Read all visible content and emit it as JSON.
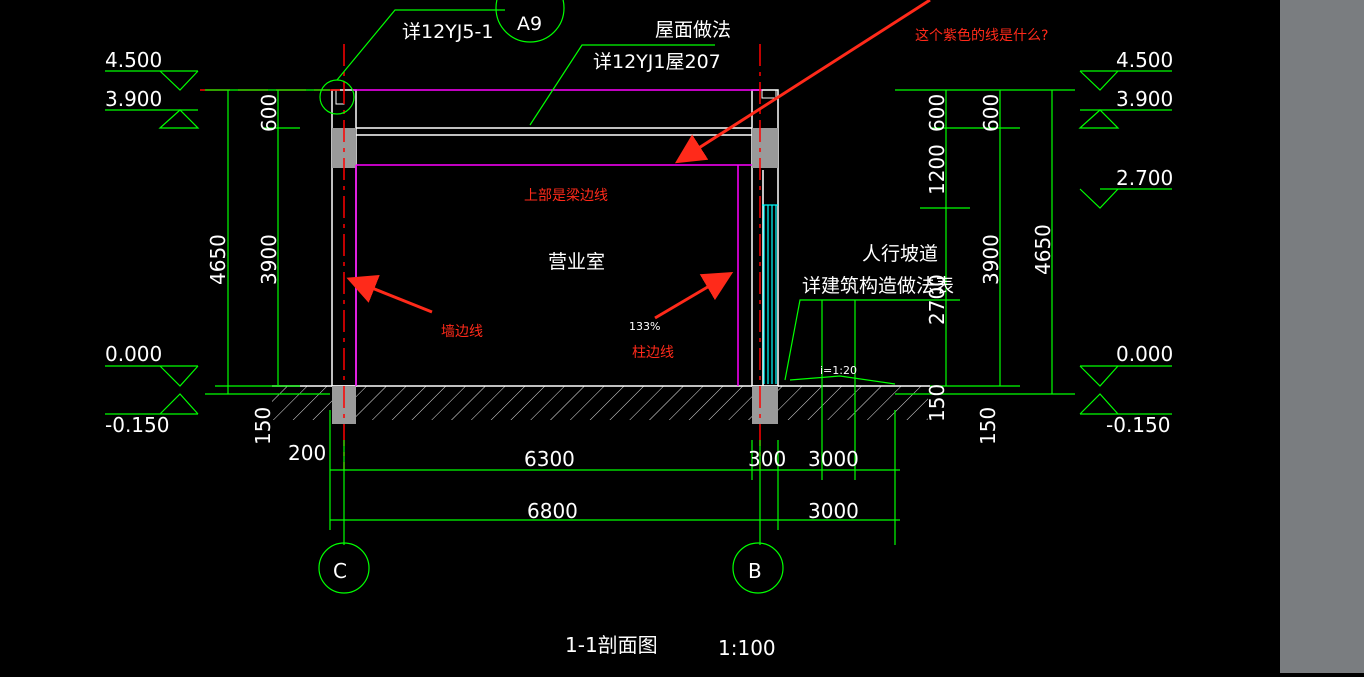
{
  "drawing": {
    "title": "1-1剖面图",
    "scale": "1:100",
    "room_label": "营业室",
    "detail_yj5": "详12YJ5-1",
    "detail_circle": "A9",
    "roof_label": "屋面做法",
    "roof_detail": "详12YJ1屋207",
    "ramp_label": "人行坡道",
    "ramp_detail": "详建筑构造做法表",
    "slope": "i=1:20",
    "zoom_readout": "133%",
    "elevations_left": [
      "4.500",
      "3.900",
      "0.000",
      "-0.150"
    ],
    "elevations_right": [
      "4.500",
      "3.900",
      "2.700",
      "0.000",
      "-0.150"
    ],
    "dims_left": [
      "600",
      "3900",
      "4650",
      "150"
    ],
    "dims_right": [
      "600",
      "600",
      "1200",
      "2700",
      "3900",
      "4650",
      "150",
      "150"
    ],
    "dims_bottom": [
      "200",
      "6300",
      "300",
      "3000",
      "6800",
      "3000"
    ],
    "axis_left": "C",
    "axis_right": "B"
  },
  "annotations": {
    "question": "这个紫色的线是什么?",
    "beam_edge": "上部是梁边线",
    "wall_edge": "墙边线",
    "column_edge": "柱边线"
  },
  "colors": {
    "background": "#000000",
    "line_green": "#00ff00",
    "line_white": "#ffffff",
    "line_magenta": "#ff00ff",
    "line_red": "#ff0000",
    "line_cyan": "#00ffff",
    "annotation_red": "#ff2a1a",
    "scrollbar": "#7a7d80"
  }
}
